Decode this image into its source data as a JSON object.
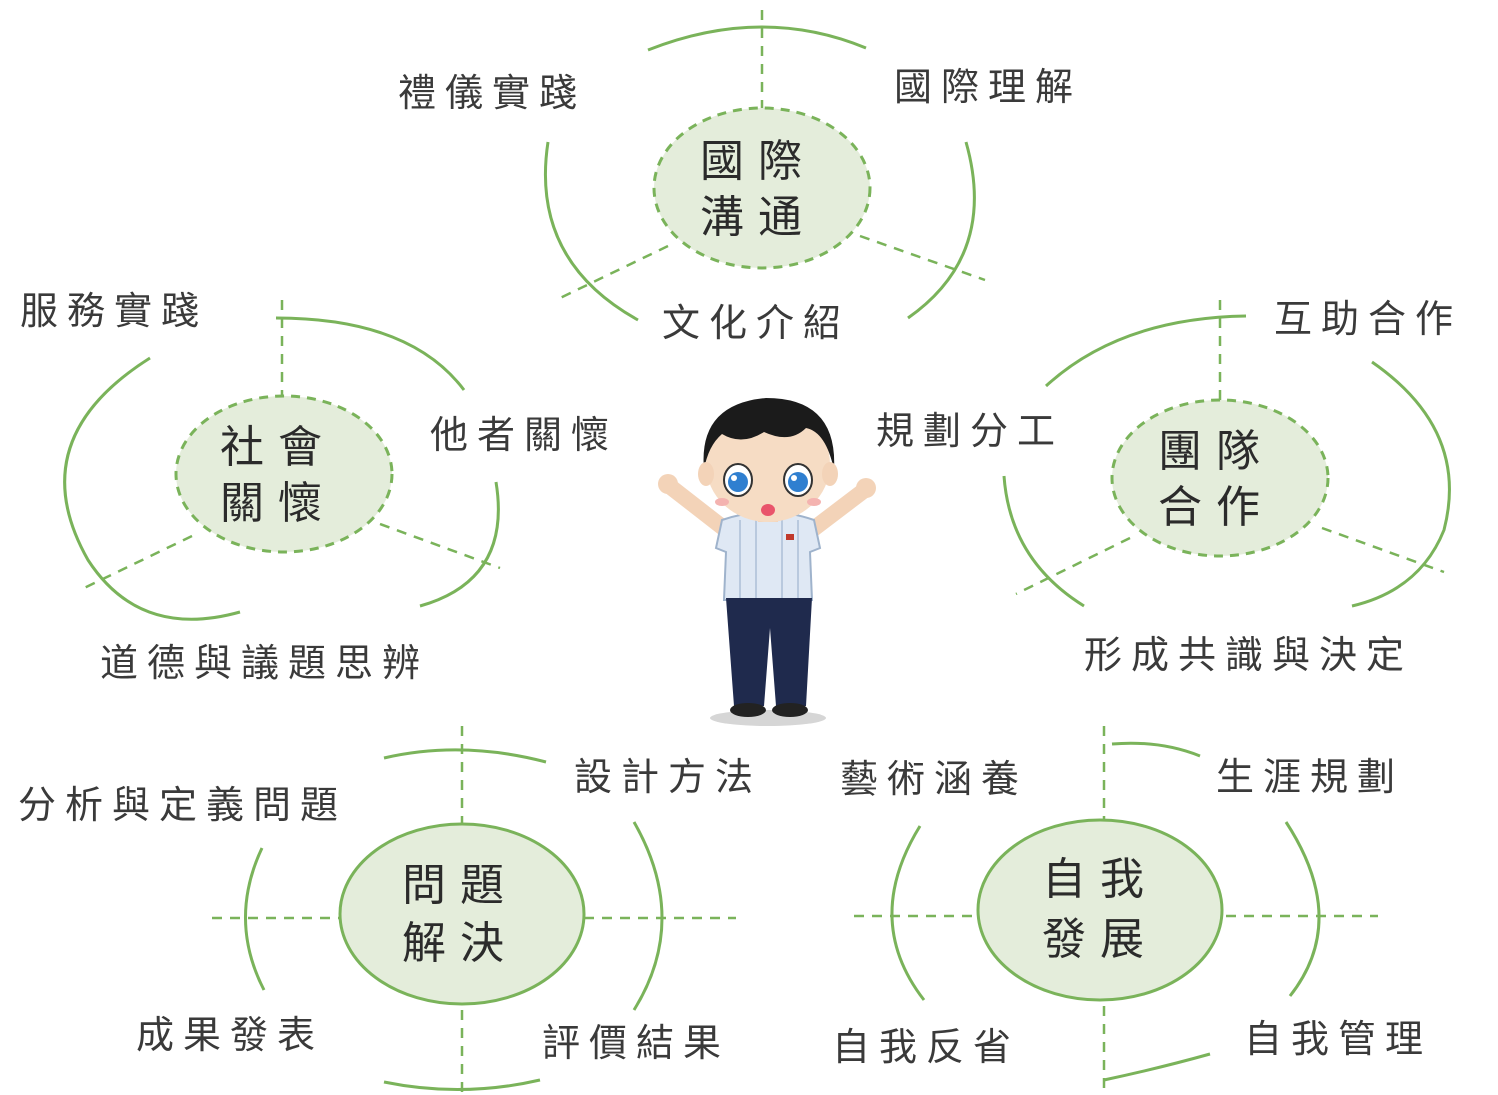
{
  "colors": {
    "line": "#7ab35a",
    "hub_fill": "#e4eddb",
    "text": "#3a3a3a"
  },
  "center_figure": {
    "icon": "student-boy-icon"
  },
  "clusters": {
    "international": {
      "hub_line1": "國際",
      "hub_line2": "溝通",
      "labels": [
        "禮儀實踐",
        "國際理解",
        "文化介紹"
      ]
    },
    "social": {
      "hub_line1": "社會",
      "hub_line2": "關懷",
      "labels": [
        "服務實踐",
        "他者關懷",
        "道德與議題思辨"
      ]
    },
    "teamwork": {
      "hub_line1": "團隊",
      "hub_line2": "合作",
      "labels": [
        "互助合作",
        "規劃分工",
        "形成共識與決定"
      ]
    },
    "problem": {
      "hub_line1": "問題",
      "hub_line2": "解決",
      "labels": [
        "分析與定義問題",
        "設計方法",
        "成果發表",
        "評價結果"
      ]
    },
    "self": {
      "hub_line1": "自我",
      "hub_line2": "發展",
      "labels": [
        "藝術涵養",
        "生涯規劃",
        "自我反省",
        "自我管理"
      ]
    }
  }
}
